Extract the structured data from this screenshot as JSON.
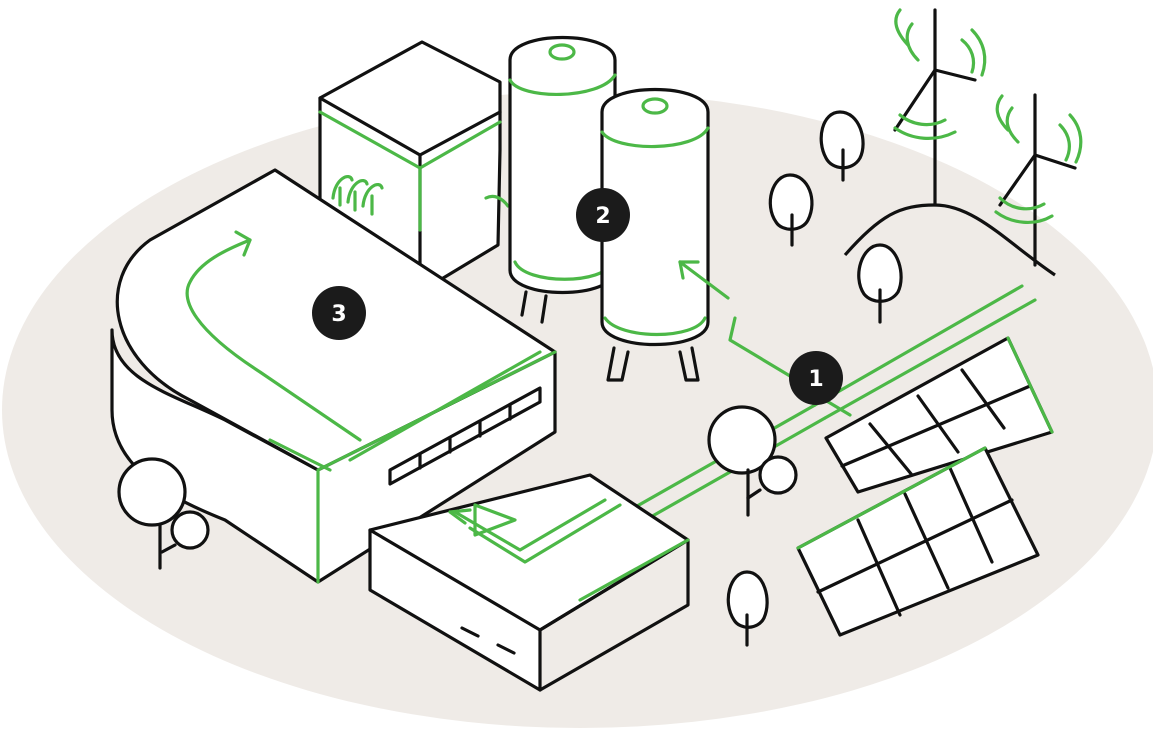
{
  "markers": [
    {
      "id": "1",
      "label": "1"
    },
    {
      "id": "2",
      "label": "2"
    },
    {
      "id": "3",
      "label": "3"
    }
  ],
  "colors": {
    "accent": "#4cb847",
    "ground": "#efebe7",
    "outline": "#111111",
    "badge": "#1b1b1b"
  }
}
